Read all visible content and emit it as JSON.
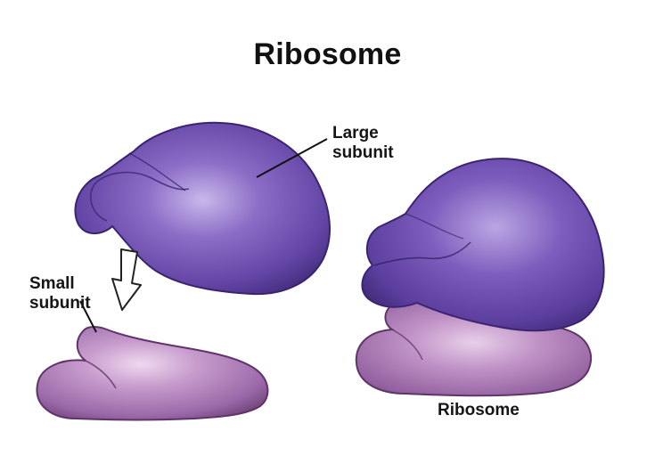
{
  "title": "Ribosome",
  "labels": {
    "large_subunit": [
      "Large",
      "subunit"
    ],
    "small_subunit": [
      "Small",
      "subunit"
    ],
    "assembled": "Ribosome"
  },
  "colors": {
    "large_subunit": "#6a4aa8",
    "small_subunit": "#a877b5",
    "arrow": "#ffffff"
  }
}
